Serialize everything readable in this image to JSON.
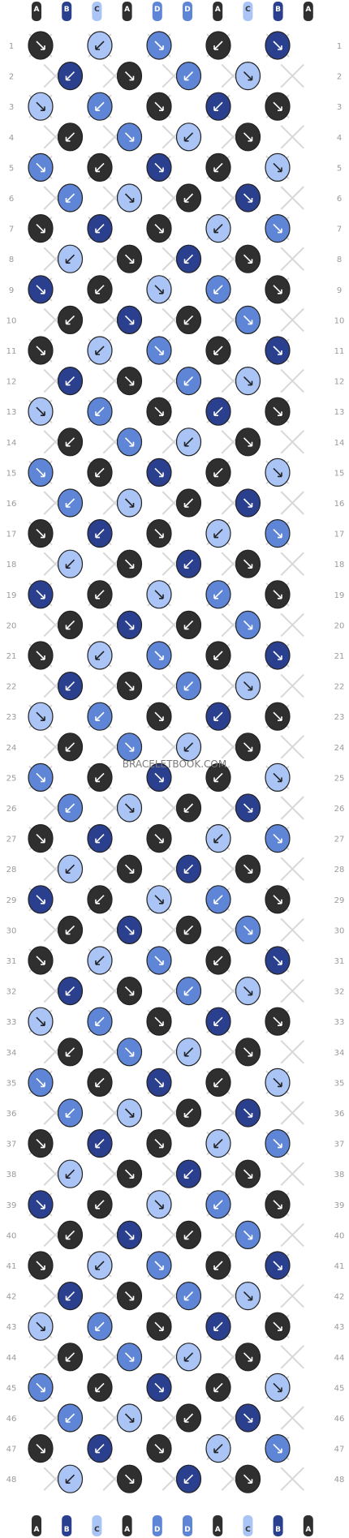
{
  "pattern": {
    "watermark": "BRACELETBOOK.COM",
    "strand_labels": [
      "A",
      "B",
      "C",
      "A",
      "D",
      "D",
      "A",
      "C",
      "B",
      "A"
    ],
    "color_key": {
      "A": "#2f2f2f",
      "B": "#2a3f8e",
      "C": "#a9c4f5",
      "D": "#5f86d6"
    },
    "row_count": 48,
    "row_numbers": [
      "1",
      "2",
      "3",
      "4",
      "5",
      "6",
      "7",
      "8",
      "9",
      "10",
      "11",
      "12",
      "13",
      "14",
      "15",
      "16",
      "17",
      "18",
      "19",
      "20",
      "21",
      "22",
      "23",
      "24",
      "25",
      "26",
      "27",
      "28",
      "29",
      "30",
      "31",
      "32",
      "33",
      "34",
      "35",
      "36",
      "37",
      "38",
      "39",
      "40",
      "41",
      "42",
      "43",
      "44",
      "45",
      "46",
      "47",
      "48"
    ]
  }
}
